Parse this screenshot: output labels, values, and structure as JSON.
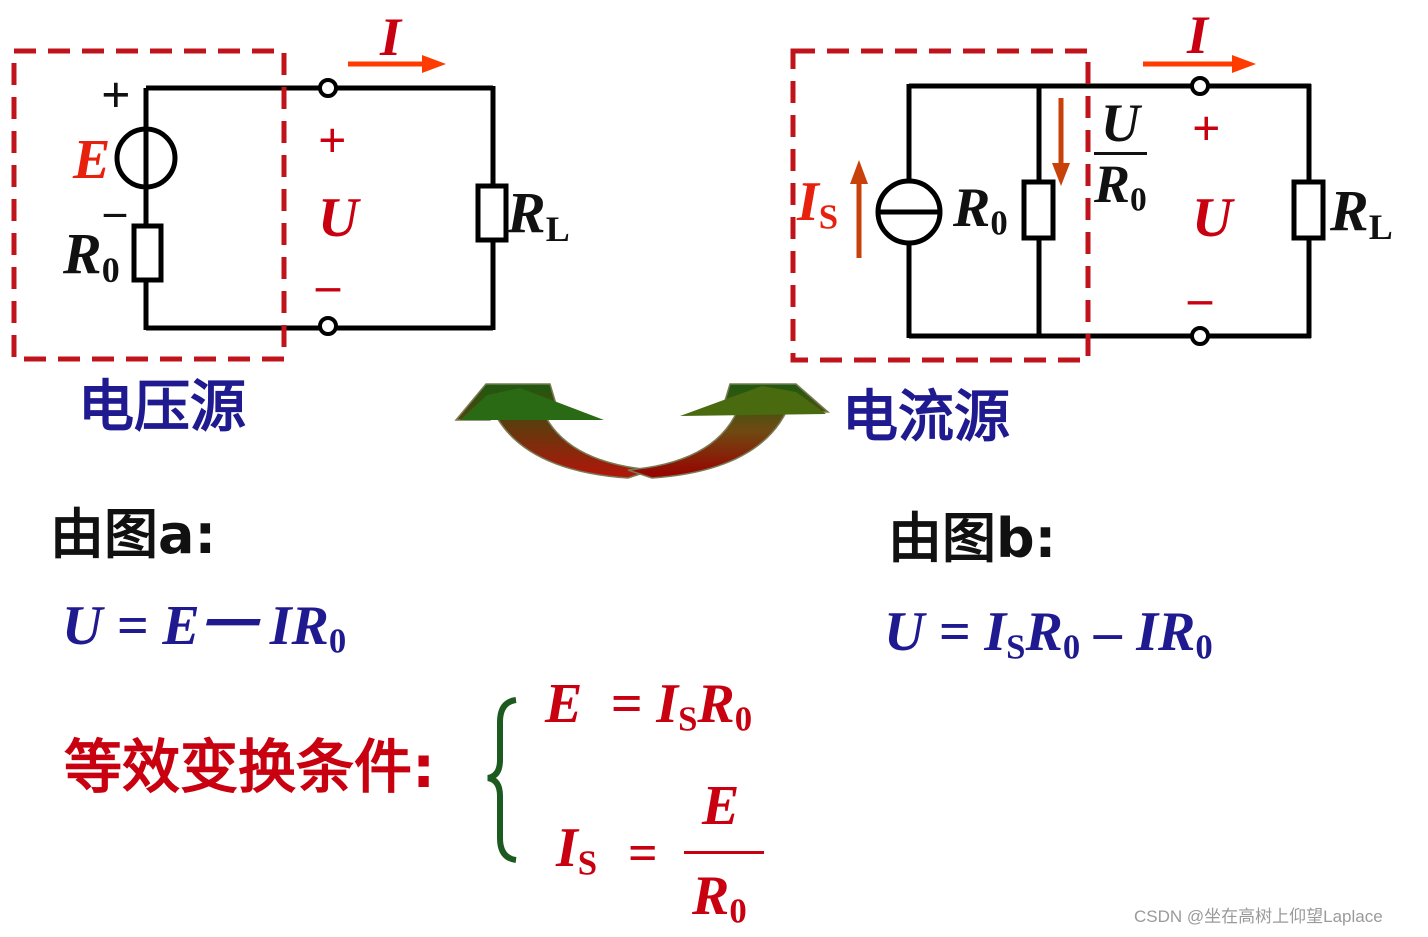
{
  "diagram_a": {
    "current_label": "I",
    "emf_label": "E",
    "plus_source": "+",
    "minus_source": "–",
    "r0_base": "R",
    "r0_sub": "0",
    "u_plus": "+",
    "u_label": "U",
    "u_minus": "–",
    "rl_base": "R",
    "rl_sub": "L",
    "caption": "电压源"
  },
  "diagram_b": {
    "current_label": "I",
    "is_base": "I",
    "is_sub": "S",
    "r0_base": "R",
    "r0_sub": "0",
    "frac_num": "U",
    "frac_den_base": "R",
    "frac_den_sub": "0",
    "u_plus": "+",
    "u_label": "U",
    "u_minus": "–",
    "rl_base": "R",
    "rl_sub": "L",
    "caption": "电流源"
  },
  "equations": {
    "heading_a": "由图a:",
    "eq_a": "U = E一 IR",
    "eq_a_sub": "0",
    "heading_b": "由图b:",
    "eq_b_1": "U = I",
    "eq_b_s": "S",
    "eq_b_2": "R",
    "eq_b_0a": "0",
    "eq_b_3": " – IR",
    "eq_b_0b": "0",
    "cond_label": "等效变换条件:",
    "cond1_lhs": "E",
    "cond1_eq": "=",
    "cond1_i": "I",
    "cond1_s": "S",
    "cond1_r": "R",
    "cond1_0": "0",
    "cond2_i": "I",
    "cond2_s": "S",
    "cond2_eq": "=",
    "cond2_num": "E",
    "cond2_den": "R",
    "cond2_den_sub": "0"
  },
  "watermark": "CSDN @坐在高树上仰望Laplace",
  "colors": {
    "navy": "#1f1a8f",
    "red": "#c8000f",
    "dashed_box": "#c0141c",
    "arrow_red": "#ff3b00",
    "arrow_green_dark": "#1d5a0f",
    "arrow_red_dark": "#9a0000"
  }
}
